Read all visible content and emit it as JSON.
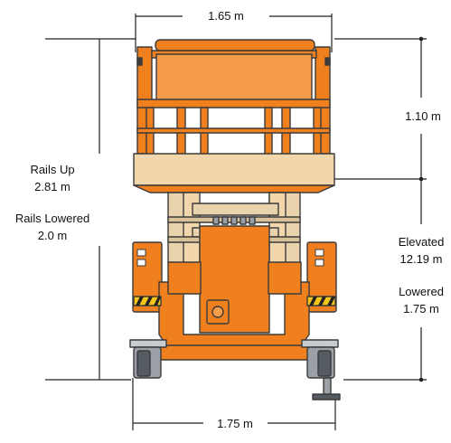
{
  "dimensions": {
    "platform_width": "1.65 m",
    "rail_height": "1.10 m",
    "rails_up_label": "Rails Up",
    "rails_up_value": "2.81 m",
    "rails_lowered_label": "Rails Lowered",
    "rails_lowered_value": "2.0 m",
    "elevated_label": "Elevated",
    "elevated_value": "12.19 m",
    "lowered_label": "Lowered",
    "lowered_value": "1.75 m",
    "base_width": "1.75 m"
  },
  "colors": {
    "machine_orange": "#f07f1e",
    "machine_outline": "#3b3b3b",
    "deck_tan": "#f2d7ac",
    "scissor_tan": "#e8d3ad",
    "tire_gray": "#9aa0a6",
    "hazard_yellow": "#f5c518",
    "dimension_line": "#222222"
  }
}
